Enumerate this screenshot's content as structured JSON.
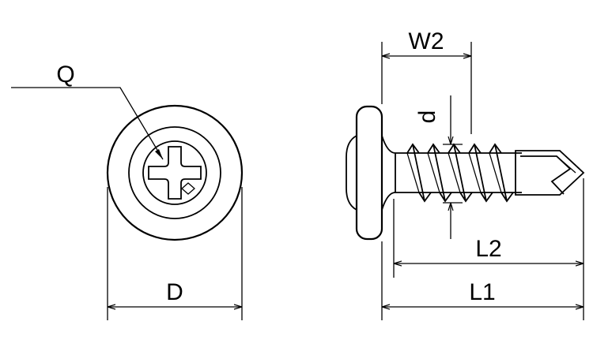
{
  "labels": {
    "q": "Q",
    "d_outer": "D",
    "w2": "W2",
    "d_small": "d",
    "l2": "L2",
    "l1": "L1"
  },
  "colors": {
    "line": "#000000",
    "background": "#ffffff"
  }
}
